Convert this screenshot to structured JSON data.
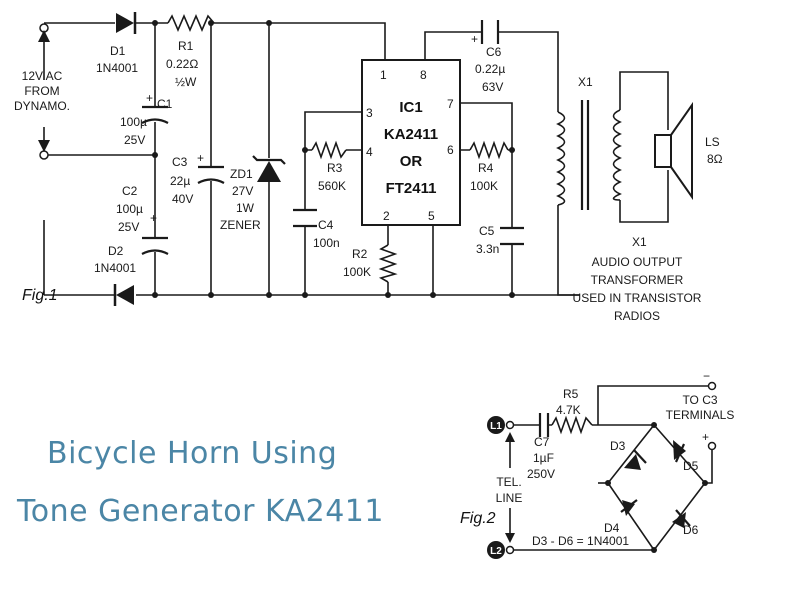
{
  "title": {
    "line1": "Bicycle Horn Using",
    "line2": "Tone Generator KA2411"
  },
  "fig1": {
    "caption": "Fig.1",
    "input": {
      "l1": "12V AC",
      "l2": "FROM",
      "l3": "DYNAMO."
    },
    "d1": {
      "name": "D1",
      "value": "1N4001"
    },
    "d2": {
      "name": "D2",
      "value": "1N4001"
    },
    "r1": {
      "name": "R1",
      "value": "0.22Ω",
      "watt": "½W"
    },
    "c1": {
      "name": "C1",
      "value": "100µ",
      "volt": "25V"
    },
    "c2": {
      "name": "C2",
      "value": "100µ",
      "volt": "25V"
    },
    "c3": {
      "name": "C3",
      "value": "22µ",
      "volt": "40V"
    },
    "zd1": {
      "name": "ZD1",
      "value": "27V",
      "watt": "1W",
      "type": "ZENER"
    },
    "r3": {
      "name": "R3",
      "value": "560K"
    },
    "c4": {
      "name": "C4",
      "value": "100n"
    },
    "r2": {
      "name": "R2",
      "value": "100K"
    },
    "ic1": {
      "name": "IC1",
      "part": "KA2411",
      "or": "OR",
      "alt": "FT2411",
      "pins": [
        "1",
        "8",
        "3",
        "4",
        "7",
        "6",
        "2",
        "5"
      ]
    },
    "c6": {
      "name": "C6",
      "value": "0.22µ",
      "volt": "63V"
    },
    "r4": {
      "name": "R4",
      "value": "100K"
    },
    "c5": {
      "name": "C5",
      "value": "3.3n"
    },
    "x1": {
      "name": "X1",
      "d1": "AUDIO OUTPUT",
      "d2": "TRANSFORMER",
      "d3": "USED IN TRANSISTOR",
      "d4": "RADIOS"
    },
    "ls": {
      "name": "LS",
      "value": "8Ω"
    }
  },
  "fig2": {
    "caption": "Fig.2",
    "l1": "L1",
    "l2": "L2",
    "r5": {
      "name": "R5",
      "value": "4.7K"
    },
    "c7": {
      "name": "C7",
      "value": "1µF",
      "volt": "250V"
    },
    "tel": {
      "l1": "TEL.",
      "l2": "LINE"
    },
    "to": {
      "l1": "TO C3",
      "l2": "TERMINALS"
    },
    "minus": "−",
    "plus": "+",
    "diodes": [
      "D3",
      "D5",
      "D4",
      "D6"
    ],
    "note": "D3 - D6 = 1N4001"
  }
}
